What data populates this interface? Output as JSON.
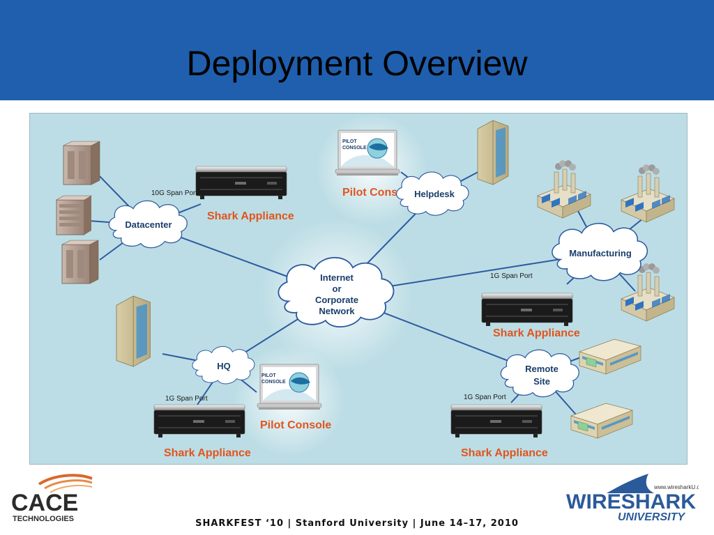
{
  "slide": {
    "title": "Deployment Overview",
    "footer": "SHARKFEST ‘10  |  Stanford University  |  June 14–17, 2010"
  },
  "colors": {
    "header_bg": "#1f5fae",
    "diagram_bg": "#bcdde5",
    "cloud_fill": "#ffffff",
    "cloud_text": "#1a3d6b",
    "link_line": "#2c5aa0",
    "appliance_label": "#e0551e",
    "console_label": "#e0551e"
  },
  "diagram": {
    "clouds": {
      "datacenter": "Datacenter",
      "helpdesk": "Helpdesk",
      "internet": [
        "Internet",
        "or",
        "Corporate",
        "Network"
      ],
      "manufacturing": "Manufacturing",
      "hq": "HQ",
      "remote_site": [
        "Remote",
        "Site"
      ]
    },
    "span_ports": {
      "datacenter": "10G Span Port",
      "manufacturing": "1G Span Port",
      "hq": "1G Span Port",
      "remote": "1G Span Port"
    },
    "appliance_label": "Shark Appliance",
    "console_label": "Pilot Console",
    "console_screen": [
      "PILOT",
      "CONSOLE"
    ],
    "icons": [
      "server-icon",
      "building-icon",
      "factory-icon",
      "office-building-icon",
      "laptop-icon",
      "rack-appliance-icon"
    ]
  },
  "logos": {
    "cace": [
      "CACE",
      "TECHNOLOGIES"
    ],
    "wireshark": {
      "url_text": "www.wiresharkU.com",
      "word": "WIRESHARK",
      "sub": "UNIVERSITY"
    }
  }
}
